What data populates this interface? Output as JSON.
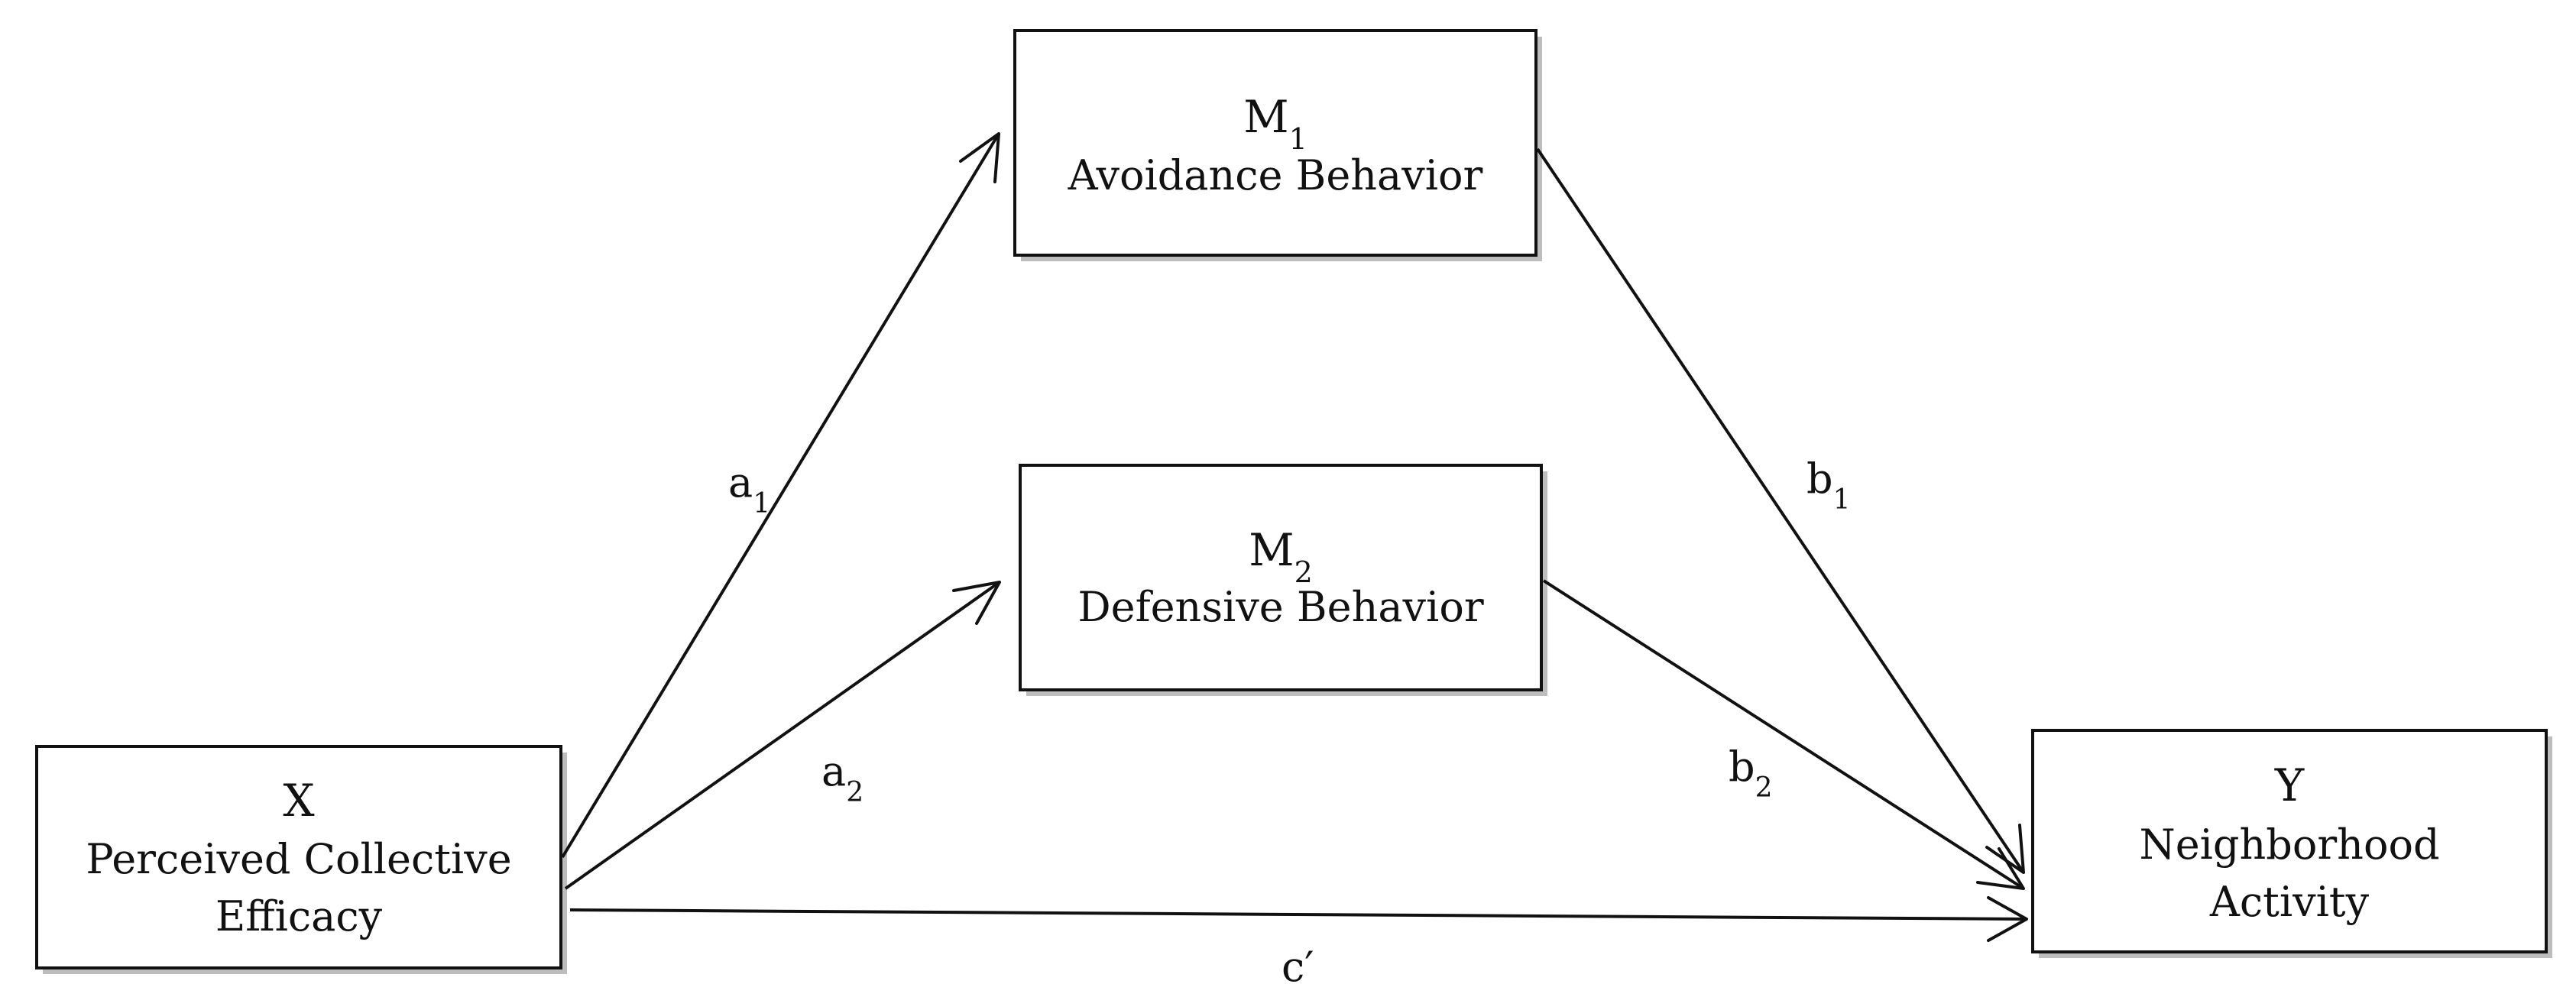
{
  "nodes": {
    "x": {
      "symbol": "X",
      "sub": "",
      "label_lines": [
        "Perceived Collective",
        "Efficacy"
      ]
    },
    "m1": {
      "symbol": "M",
      "sub": "1",
      "label_lines": [
        "Avoidance Behavior"
      ]
    },
    "m2": {
      "symbol": "M",
      "sub": "2",
      "label_lines": [
        "Defensive Behavior"
      ]
    },
    "y": {
      "symbol": "Y",
      "sub": "",
      "label_lines": [
        "Neighborhood",
        "Activity"
      ]
    }
  },
  "paths": {
    "a1": {
      "main": "a",
      "sub": "1"
    },
    "a2": {
      "main": "a",
      "sub": "2"
    },
    "b1": {
      "main": "b",
      "sub": "1"
    },
    "b2": {
      "main": "b",
      "sub": "2"
    },
    "c": {
      "main": "c′",
      "sub": ""
    }
  }
}
